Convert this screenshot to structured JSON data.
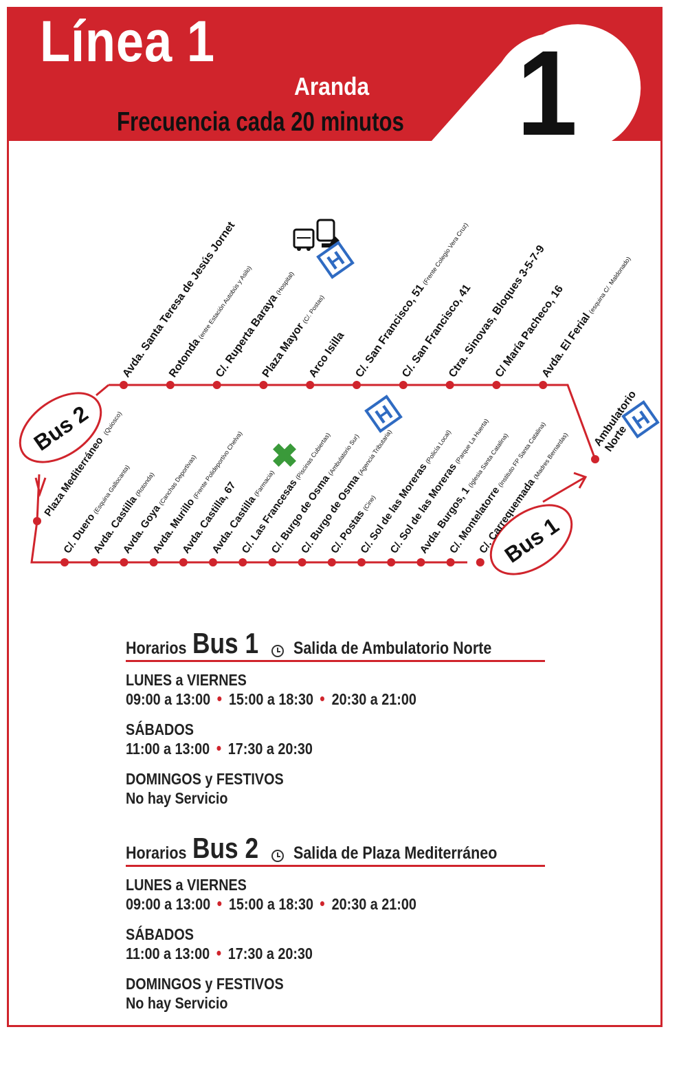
{
  "header": {
    "line_title": "Línea 1",
    "city": "Aranda",
    "frequency": "Frecuencia cada 20 minutos",
    "line_number": "1",
    "accent_color": "#d0242c"
  },
  "map": {
    "bus_labels": [
      "Bus 2",
      "Bus 1"
    ],
    "top_stops": [
      {
        "name": "Avda. Santa Teresa de Jesús Jornet",
        "note": ""
      },
      {
        "name": "Rotonda",
        "note": "(entre Estación Autobús y Asilo)"
      },
      {
        "name": "C/. Ruperta Baraya",
        "note": "(Hospital)"
      },
      {
        "name": "Plaza Mayor",
        "note": "(C/. Postas)"
      },
      {
        "name": "Arco Isilla",
        "note": ""
      },
      {
        "name": "C/. San Francisco, 51",
        "note": "(Frente Colegio Vera Cruz)"
      },
      {
        "name": "C/. San Francisco, 41",
        "note": ""
      },
      {
        "name": "Ctra. Sinovas, Bloques 3-5-7-9",
        "note": ""
      },
      {
        "name": "C/ María Pacheco, 16",
        "note": ""
      },
      {
        "name": "Avda. El Ferial",
        "note": "(esquina C/. Maldonado)"
      }
    ],
    "terminal_right": [
      "Ambulatorio",
      "Norte"
    ],
    "terminal_left": {
      "name": "Plaza Mediterráneo",
      "note": "(Quiosco)"
    },
    "bottom_stops": [
      {
        "name": "C/. Duero",
        "note": "(Esquina Gallocanta)"
      },
      {
        "name": "Avda. Castilla",
        "note": "(Rotonda)"
      },
      {
        "name": "Avda. Goya",
        "note": "(Canchas Deportivas)"
      },
      {
        "name": "Avda. Murillo",
        "note": "(Frente Polideportivo Chelva)"
      },
      {
        "name": "Avda. Castilla, 67",
        "note": ""
      },
      {
        "name": "Avda. Castilla",
        "note": "(Farmacia)"
      },
      {
        "name": "C/. Las Francesas",
        "note": "(Piscinas Cubiertas)"
      },
      {
        "name": "C/. Burgo de Osma",
        "note": "(Ambulatorio Sur)"
      },
      {
        "name": "C/. Burgo de Osma",
        "note": "(Agencia Tributaria)"
      },
      {
        "name": "C/. Postas",
        "note": "(Cine)"
      },
      {
        "name": "C/. Sol de las Moreras",
        "note": "(Policía Local)"
      },
      {
        "name": "C/. Sol de las Moreras",
        "note": "(Parque La Huerta)"
      },
      {
        "name": "Avda. Burgos, 1",
        "note": "(Iglesia Santa Catalina)"
      },
      {
        "name": "C/. Montelatorre",
        "note": "(Instituto FP Santa Catalina)"
      },
      {
        "name": "C/. Carrequemada",
        "note": "(Madres Bernardas)"
      }
    ],
    "icons": [
      "bus-station-icon",
      "hospital-icon",
      "pharmacy-cross-icon"
    ]
  },
  "schedules": [
    {
      "prefix": "Horarios",
      "bus": "Bus 1",
      "departure": "Salida de Ambulatorio Norte",
      "weekdays": {
        "label": "LUNES a VIERNES",
        "times": [
          "09:00 a 13:00",
          "15:00 a 18:30",
          "20:30 a 21:00"
        ]
      },
      "saturdays": {
        "label": "SÁBADOS",
        "times": [
          "11:00 a 13:00",
          "17:30 a 20:30"
        ]
      },
      "sundays": {
        "label": "DOMINGOS y FESTIVOS",
        "text": "No hay Servicio"
      }
    },
    {
      "prefix": "Horarios",
      "bus": "Bus 2",
      "departure": "Salida de Plaza Mediterráneo",
      "weekdays": {
        "label": "LUNES a VIERNES",
        "times": [
          "09:00 a 13:00",
          "15:00 a 18:30",
          "20:30 a 21:00"
        ]
      },
      "saturdays": {
        "label": "SÁBADOS",
        "times": [
          "11:00 a 13:00",
          "17:30 a 20:30"
        ]
      },
      "sundays": {
        "label": "DOMINGOS y FESTIVOS",
        "text": "No hay Servicio"
      }
    }
  ]
}
